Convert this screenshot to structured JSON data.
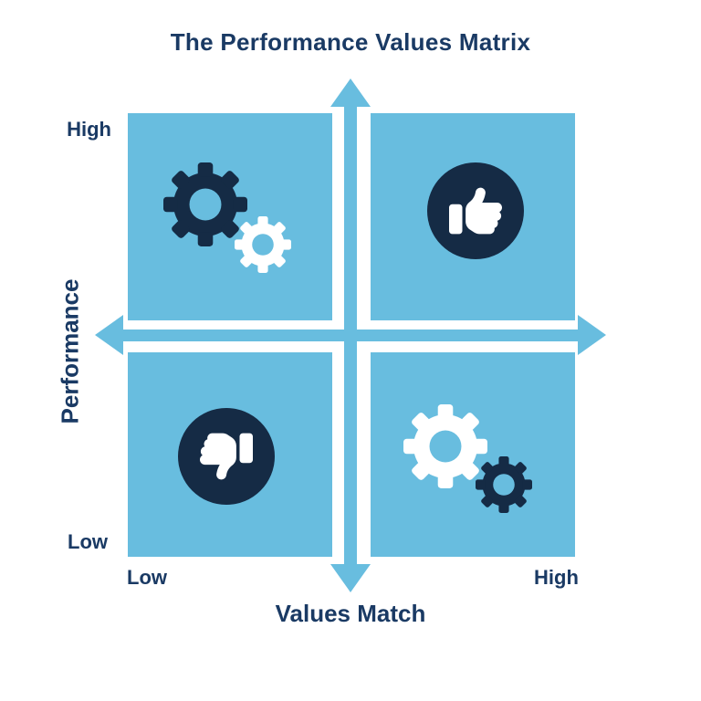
{
  "title": "The Performance Values Matrix",
  "y_axis": {
    "label": "Performance",
    "top_tick": "High",
    "bottom_tick": "Low"
  },
  "x_axis": {
    "label": "Values Match",
    "left_tick": "Low",
    "right_tick": "High"
  },
  "quadrants": [
    {
      "position": "top-left",
      "meaning": "high-performance-low-values",
      "icons": [
        "large-dark-gear-icon",
        "small-white-gear-icon"
      ]
    },
    {
      "position": "top-right",
      "meaning": "high-performance-high-values",
      "icons": [
        "thumbs-up-icon"
      ]
    },
    {
      "position": "bottom-left",
      "meaning": "low-performance-low-values",
      "icons": [
        "thumbs-down-icon"
      ]
    },
    {
      "position": "bottom-right",
      "meaning": "low-performance-high-values",
      "icons": [
        "large-white-gear-icon",
        "small-dark-gear-icon"
      ]
    }
  ],
  "colors": {
    "blue": "#68BDDF",
    "navy_icon": "#152B45",
    "navy_text": "#1A3A64",
    "white": "#FFFFFF",
    "background": "#FFFFFF"
  }
}
